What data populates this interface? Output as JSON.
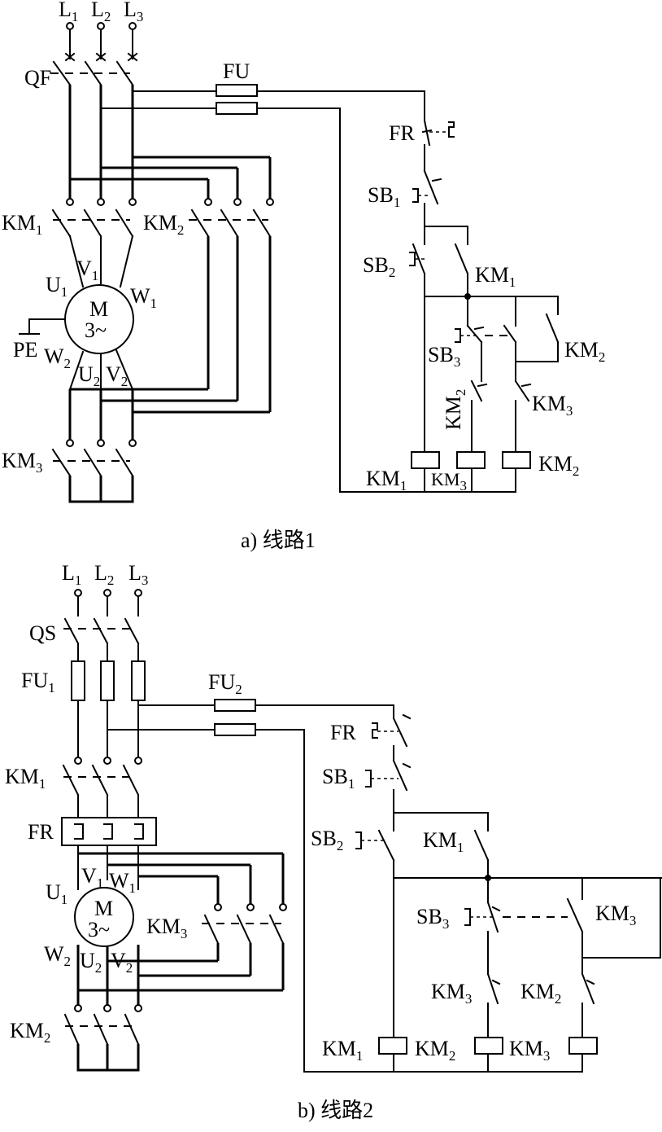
{
  "diagram_a": {
    "caption": "a) 线路1",
    "labels": {
      "L1": "L",
      "L1_sub": "1",
      "L2": "L",
      "L2_sub": "2",
      "L3": "L",
      "L3_sub": "3",
      "QF": "QF",
      "FU": "FU",
      "FR": "FR",
      "SB1": "SB",
      "SB1_sub": "1",
      "SB2": "SB",
      "SB2_sub": "2",
      "SB3": "SB",
      "SB3_sub": "3",
      "KM1_main": "KM",
      "KM1_main_sub": "1",
      "KM2_main": "KM",
      "KM2_main_sub": "2",
      "KM3_main": "KM",
      "KM3_main_sub": "3",
      "KM1_aux": "KM",
      "KM1_aux_sub": "1",
      "KM2_aux": "KM",
      "KM2_aux_sub": "2",
      "KM2_nc": "KM",
      "KM2_nc_sub": "2",
      "KM3_nc": "KM",
      "KM3_nc_sub": "3",
      "KM1_coil": "KM",
      "KM1_coil_sub": "1",
      "KM3_coil": "KM",
      "KM3_coil_sub": "3",
      "KM2_coil": "KM",
      "KM2_coil_sub": "2",
      "U1": "U",
      "U1_sub": "1",
      "V1": "V",
      "V1_sub": "1",
      "W1": "W",
      "W1_sub": "1",
      "U2": "U",
      "U2_sub": "2",
      "V2": "V",
      "V2_sub": "2",
      "W2": "W",
      "W2_sub": "2",
      "PE": "PE",
      "motor": "M",
      "motor_phase": "3~"
    }
  },
  "diagram_b": {
    "caption": "b) 线路2",
    "labels": {
      "L1": "L",
      "L1_sub": "1",
      "L2": "L",
      "L2_sub": "2",
      "L3": "L",
      "L3_sub": "3",
      "QS": "QS",
      "FU1": "FU",
      "FU1_sub": "1",
      "FU2": "FU",
      "FU2_sub": "2",
      "FR_main": "FR",
      "FR_ctrl": "FR",
      "SB1": "SB",
      "SB1_sub": "1",
      "SB2": "SB",
      "SB2_sub": "2",
      "SB3": "SB",
      "SB3_sub": "3",
      "KM1_main": "KM",
      "KM1_main_sub": "1",
      "KM2_main": "KM",
      "KM2_main_sub": "2",
      "KM3_main": "KM",
      "KM3_main_sub": "3",
      "KM1_aux": "KM",
      "KM1_aux_sub": "1",
      "KM3_aux": "KM",
      "KM3_aux_sub": "3",
      "KM3_nc": "KM",
      "KM3_nc_sub": "3",
      "KM2_nc": "KM",
      "KM2_nc_sub": "2",
      "KM1_coil": "KM",
      "KM1_coil_sub": "1",
      "KM2_coil": "KM",
      "KM2_coil_sub": "2",
      "KM3_coil": "KM",
      "KM3_coil_sub": "3",
      "U1": "U",
      "U1_sub": "1",
      "V1": "V",
      "V1_sub": "1",
      "W1": "W",
      "W1_sub": "1",
      "U2": "U",
      "U2_sub": "2",
      "V2": "V",
      "V2_sub": "2",
      "W2": "W",
      "W2_sub": "2",
      "motor": "M",
      "motor_phase": "3~"
    }
  }
}
